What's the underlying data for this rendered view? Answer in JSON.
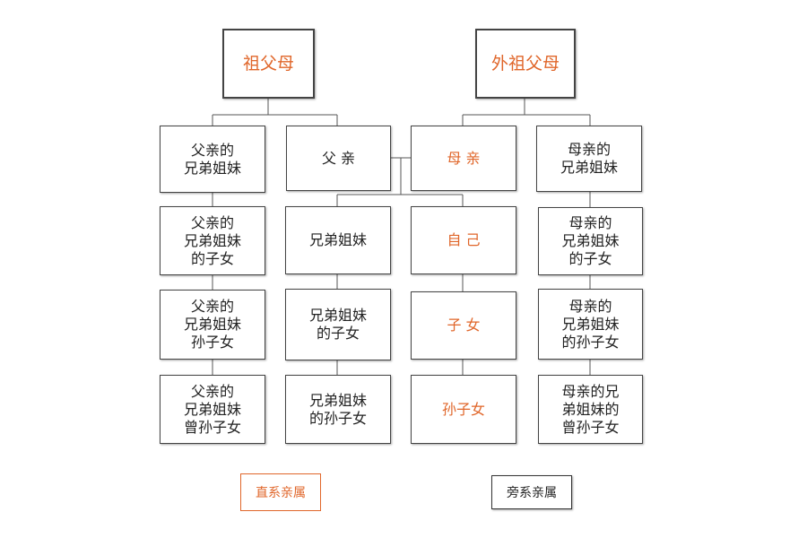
{
  "nodes": {
    "grandparents": "祖父母",
    "maternal_grandparents": "外祖父母",
    "father_siblings": "父亲的\n兄弟姐妹",
    "father": "父 亲",
    "mother": "母 亲",
    "mother_siblings": "母亲的\n兄弟姐妹",
    "father_siblings_children": "父亲的\n兄弟姐妹\n的子女",
    "siblings": "兄弟姐妹",
    "self": "自 己",
    "mother_siblings_children": "母亲的\n兄弟姐妹\n的子女",
    "father_siblings_grandchildren": "父亲的\n兄弟姐妹\n孙子女",
    "siblings_children": "兄弟姐妹\n的子女",
    "children": "子 女",
    "mother_siblings_grandchildren": "母亲的\n兄弟姐妹\n的孙子女",
    "father_siblings_great_grandchildren": "父亲的\n兄弟姐妹\n曾孙子女",
    "siblings_grandchildren": "兄弟姐妹\n的孙子女",
    "grandchildren": "孙子女",
    "mother_siblings_great_grandchildren": "母亲的兄\n弟姐妹的\n曾孙子女"
  },
  "legend": {
    "direct": "直系亲属",
    "collateral": "旁系亲属"
  },
  "colors": {
    "direct_relative": "#e0662a",
    "collateral_relative": "#222222"
  }
}
